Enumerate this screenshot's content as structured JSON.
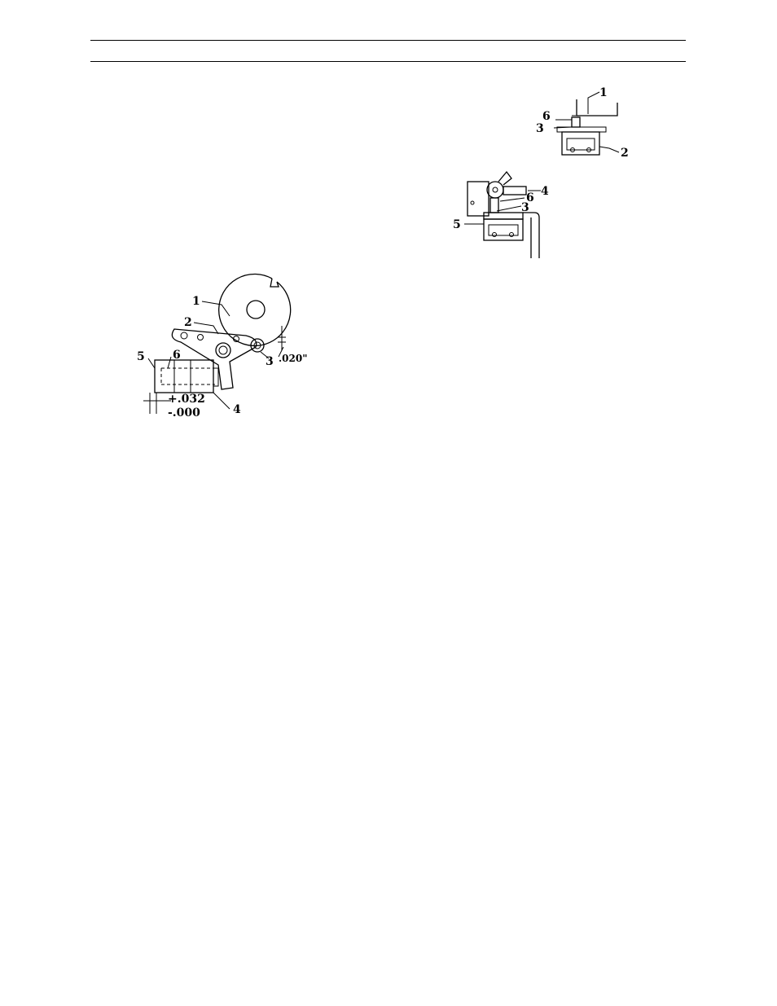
{
  "figure_top_right": {
    "callouts": [
      "1",
      "6",
      "3",
      "2"
    ]
  },
  "figure_middle_right": {
    "callouts": [
      "4",
      "6",
      "3",
      "5"
    ]
  },
  "figure_left": {
    "callouts": [
      "1",
      "2",
      "5",
      "6",
      "3",
      "4"
    ],
    "dimension_gap": ".020\"",
    "tolerance_plus": "+.032",
    "tolerance_minus": "-.000"
  }
}
